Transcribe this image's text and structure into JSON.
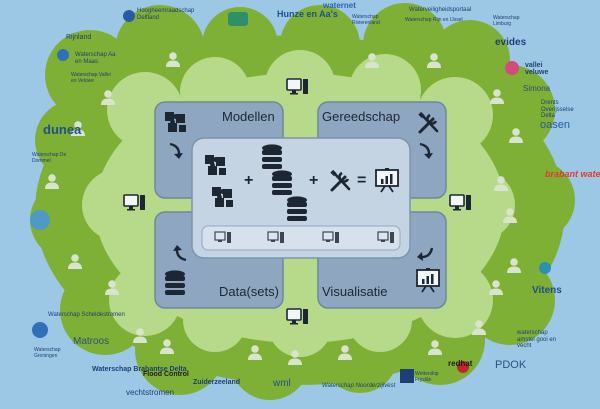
{
  "diagram": {
    "quadrants": {
      "top_left": "Modellen",
      "top_right": "Gereedschap",
      "bottom_left": "Data(sets)",
      "bottom_right": "Visualisatie"
    },
    "operators": {
      "plus_1": "+",
      "plus_2": "+",
      "equals": "="
    }
  },
  "logos": {
    "l1": "Hoogheemraadschap Delfland",
    "l2": "",
    "l3": "",
    "l4": "Hunze en Aa's",
    "l5": "waternet",
    "l6": "Waterschap Rivierenland",
    "l7": "Waterschap Rijn en IJssel",
    "l8": "Waterveiligheidsportaal",
    "l9": "Waterschap Limburg",
    "l10": "Rijnland",
    "l11": "Waterschap Aa en Maas",
    "l12": "Waterschap Vallei en Veluwe",
    "l13": "evides",
    "l14": "vallei veluwe",
    "l15": "Simona",
    "l16": "Drents Overijsselse Delta",
    "l17": "oasen",
    "l18": "dunea",
    "l19": "Waterschap De Dommel",
    "l20": "brabant water",
    "l21": "Matroos",
    "l22": "Waterschap Brabantse Delta",
    "l23": "Vitens",
    "l24": "redhat",
    "l25": "PDOK",
    "l26": "Flood Control",
    "l27": "Zuiderzeeland",
    "l28": "wml",
    "l29": "Waterschap Noorderzijlvest",
    "l30": "Wetterskip Fryslân",
    "l31": "waterschap amstel gooi en vecht",
    "l32": "vechtstromen",
    "l33": "Waterschap Groningen",
    "l34": "Waterschap Scheldestromen"
  }
}
